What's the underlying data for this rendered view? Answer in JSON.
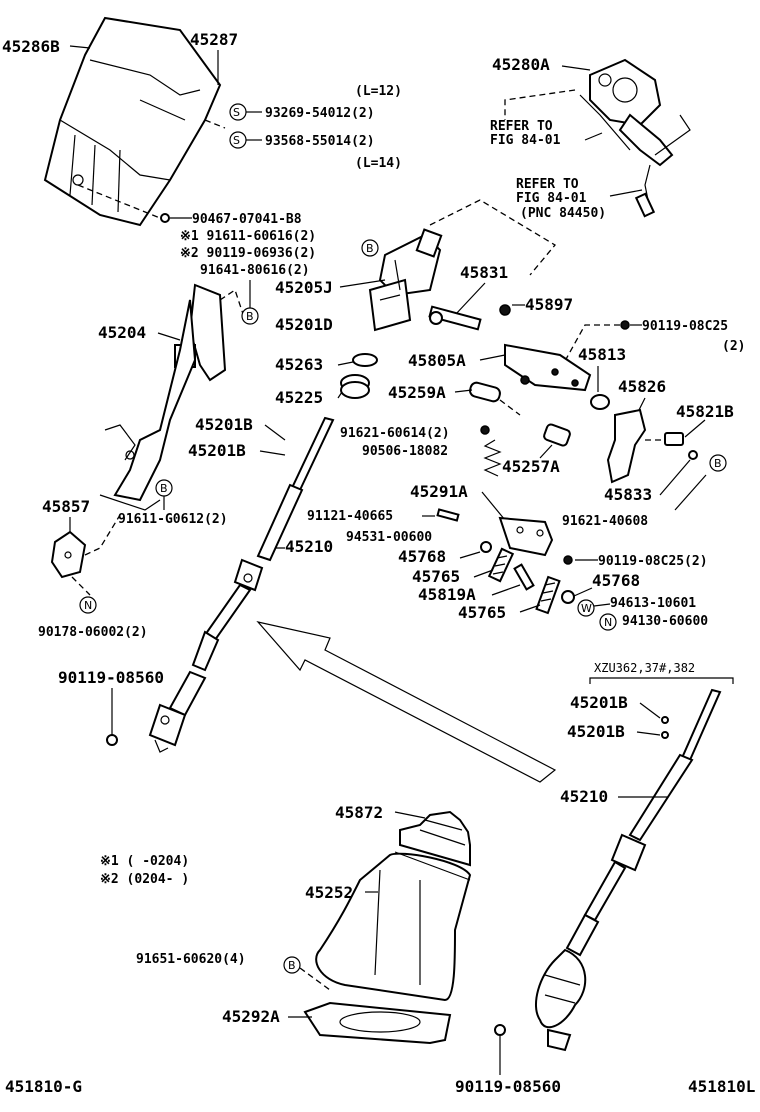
{
  "parts": {
    "p45286B": "45286B",
    "p45287": "45287",
    "l12": "(L=12)",
    "p93269": "93269-54012(2)",
    "p93568": "93568-55014(2)",
    "l14": "(L=14)",
    "p90467": "90467-07041-B8",
    "p91611_60616": "※1 91611-60616(2)",
    "p90119_06936": "※2 90119-06936(2)",
    "p91641": "91641-80616(2)",
    "p45280A": "45280A",
    "refer1a": "REFER TO",
    "refer1b": "FIG 84-01",
    "refer2a": "REFER TO",
    "refer2b": "FIG 84-01",
    "pnc": "(PNC 84450)",
    "p45831": "45831",
    "p45205J": "45205J",
    "p45897": "45897",
    "p90119_08C25a": "90119-08C25",
    "qty2": "(2)",
    "p45204": "45204",
    "p45201D": "45201D",
    "p45813": "45813",
    "p45805A": "45805A",
    "p45263": "45263",
    "p45826": "45826",
    "p45225": "45225",
    "p45259A": "45259A",
    "p45821B": "45821B",
    "p45201B_a": "45201B",
    "p91621_60614": "91621-60614(2)",
    "p45201B_b": "45201B",
    "p90506": "90506-18082",
    "p45257A": "45257A",
    "p45833": "45833",
    "p45857": "45857",
    "p45291A": "45291A",
    "p91611_G0612": "91611-G0612(2)",
    "p91121": "91121-40665",
    "p91621_40608": "91621-40608",
    "p94531": "94531-00600",
    "p45210a": "45210",
    "p45768a": "45768",
    "p90119_08C25b": "90119-08C25(2)",
    "p45765a": "45765",
    "p45768b": "45768",
    "p45819A": "45819A",
    "p94613": "94613-10601",
    "p90178": "90178-06002(2)",
    "p45765b": "45765",
    "p94130": "94130-60600",
    "xzu": "XZU362,37#,382",
    "p90119_08560a": "90119-08560",
    "p45201B_c": "45201B",
    "p45201B_d": "45201B",
    "p45210b": "45210",
    "p45872": "45872",
    "note1": "※1 (     -0204)",
    "note2": "※2 (0204-     )",
    "p45252": "45252",
    "p91651": "91651-60620(4)",
    "p45292A": "45292A",
    "p90119_08560b": "90119-08560",
    "footer_left": "451810-G",
    "footer_right": "451810L"
  },
  "symbols": {
    "s": "S",
    "b": "B",
    "n": "N",
    "w": "W"
  }
}
